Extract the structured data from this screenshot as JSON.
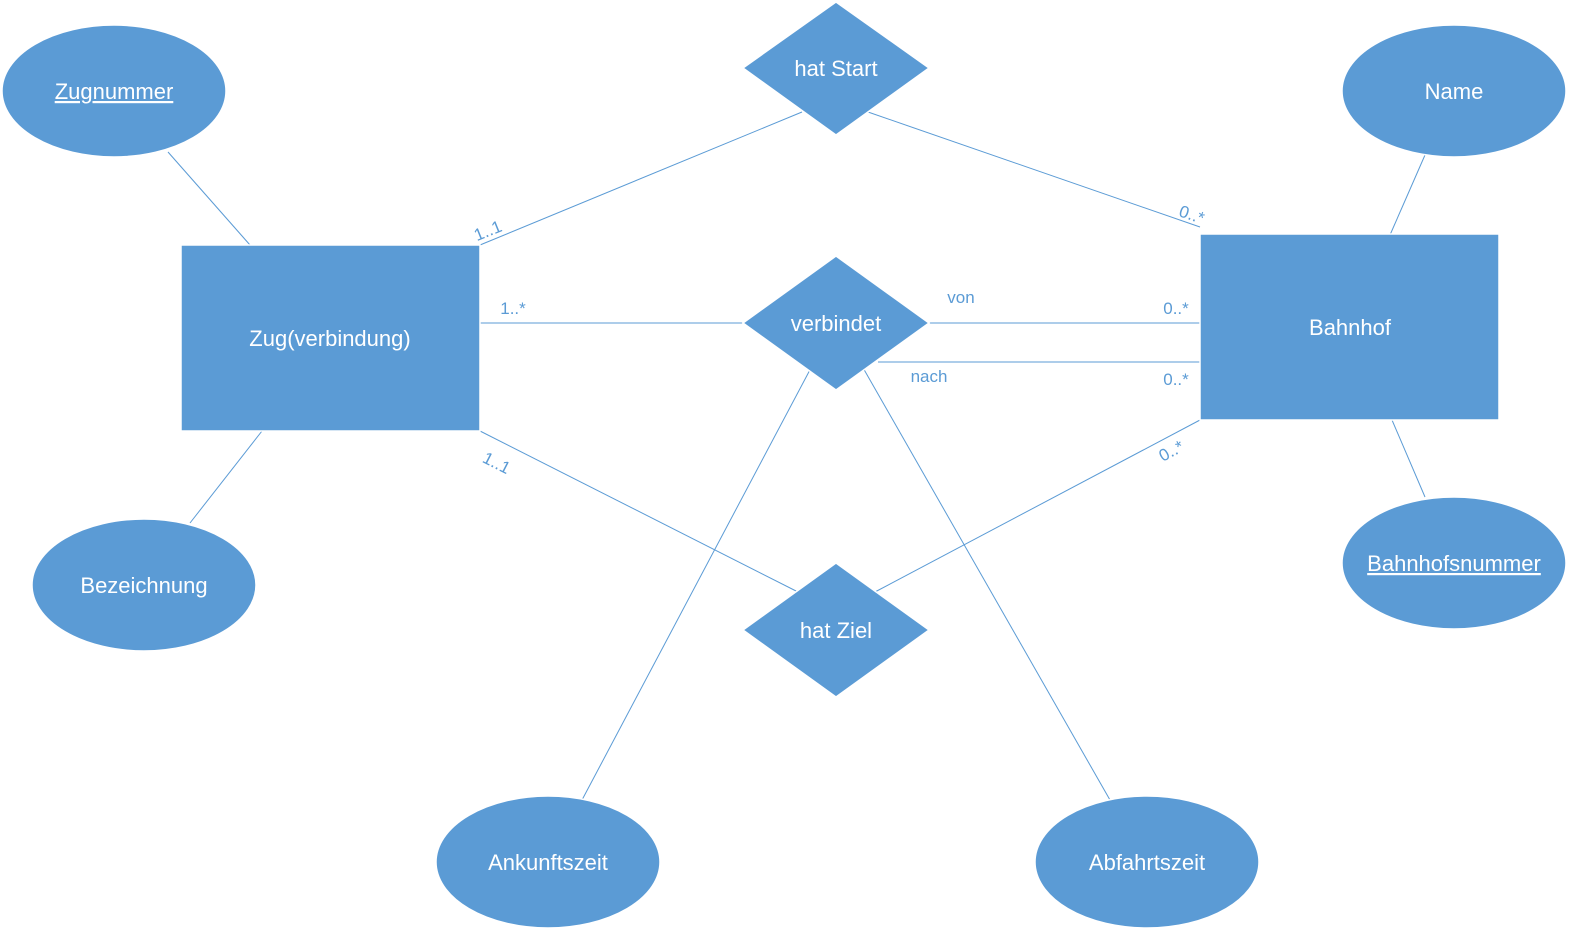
{
  "colors": {
    "shape_fill": "#5b9bd5",
    "line": "#5b9bd5",
    "label_text": "#ffffff",
    "background": "#ffffff"
  },
  "entities": {
    "zug": "Zug(verbindung)",
    "bahnhof": "Bahnhof"
  },
  "relationships": {
    "hat_start": "hat Start",
    "verbindet": "verbindet",
    "hat_ziel": "hat Ziel"
  },
  "attributes": {
    "zugnummer": "Zugnummer",
    "bezeichnung": "Bezeichnung",
    "name": "Name",
    "bahnhofsnummer": "Bahnhofsnummer",
    "ankunftszeit": "Ankunftszeit",
    "abfahrtszeit": "Abfahrtszeit"
  },
  "cardinalities": {
    "start_zug": "1..1",
    "start_bahnhof": "0..*",
    "verbindet_zug": "1..*",
    "von_bahnhof": "0..*",
    "nach_bahnhof": "0..*",
    "ziel_zug": "1..1",
    "ziel_bahnhof": "0..*"
  },
  "roles": {
    "von": "von",
    "nach": "nach"
  }
}
